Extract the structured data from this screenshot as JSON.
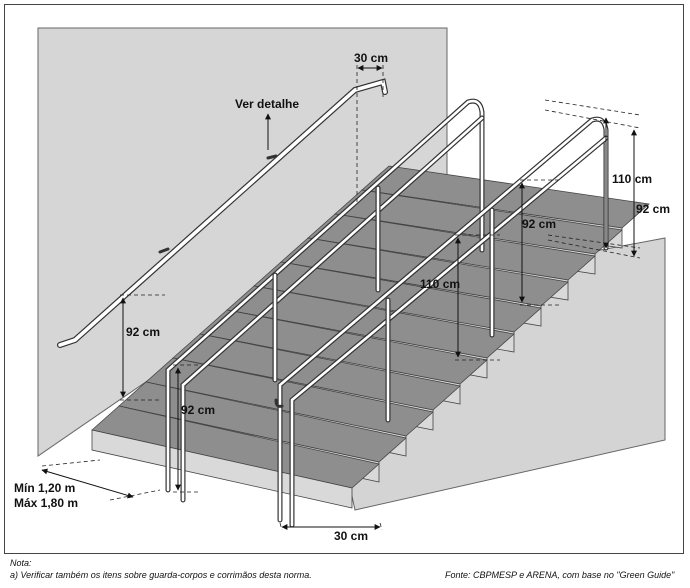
{
  "labels": {
    "top_horizontal": "30 cm",
    "detail": "Ver detalhe",
    "wall_rail_height": "92 cm",
    "left_rail_height": "92 cm",
    "right_upper_rail": "92 cm",
    "right_upper_guard": "110 cm",
    "right_outer_guard": "110 cm",
    "right_outer_rail": "92 cm",
    "width_min": "Mín 1,20 m",
    "width_max": "Máx 1,80 m",
    "bottom_horizontal": "30 cm"
  },
  "notes": {
    "title": "Nota:",
    "line_a": "a) Verificar também os itens sobre guarda-corpos e corrimãos desta norma.",
    "source": "Fonte: CBPMESP e ARENA, com base no \"Green Guide\""
  }
}
